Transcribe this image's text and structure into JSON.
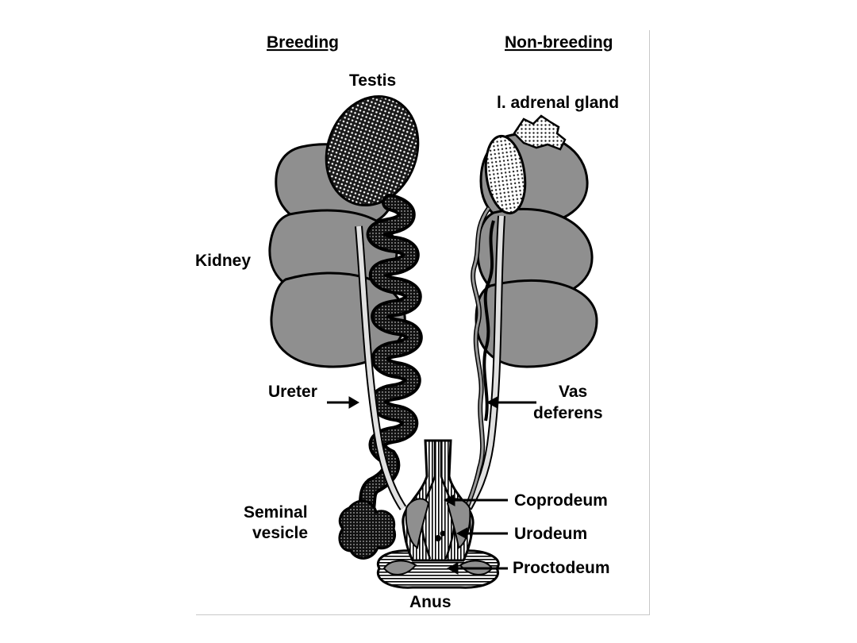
{
  "headers": {
    "left": "Breeding",
    "right": "Non-breeding"
  },
  "labels": {
    "testis": "Testis",
    "adrenal": "l. adrenal gland",
    "kidney": "Kidney",
    "ureter": "Ureter",
    "vas_line1": "Vas",
    "vas_line2": "deferens",
    "seminal_line1": "Seminal",
    "seminal_line2": "vesicle",
    "coprodeum": "Coprodeum",
    "urodeum": "Urodeum",
    "proctodeum": "Proctodeum",
    "anus": "Anus"
  },
  "colors": {
    "kidney_fill": "#8f8f8f",
    "ink": "#000000",
    "paper": "#ffffff"
  }
}
